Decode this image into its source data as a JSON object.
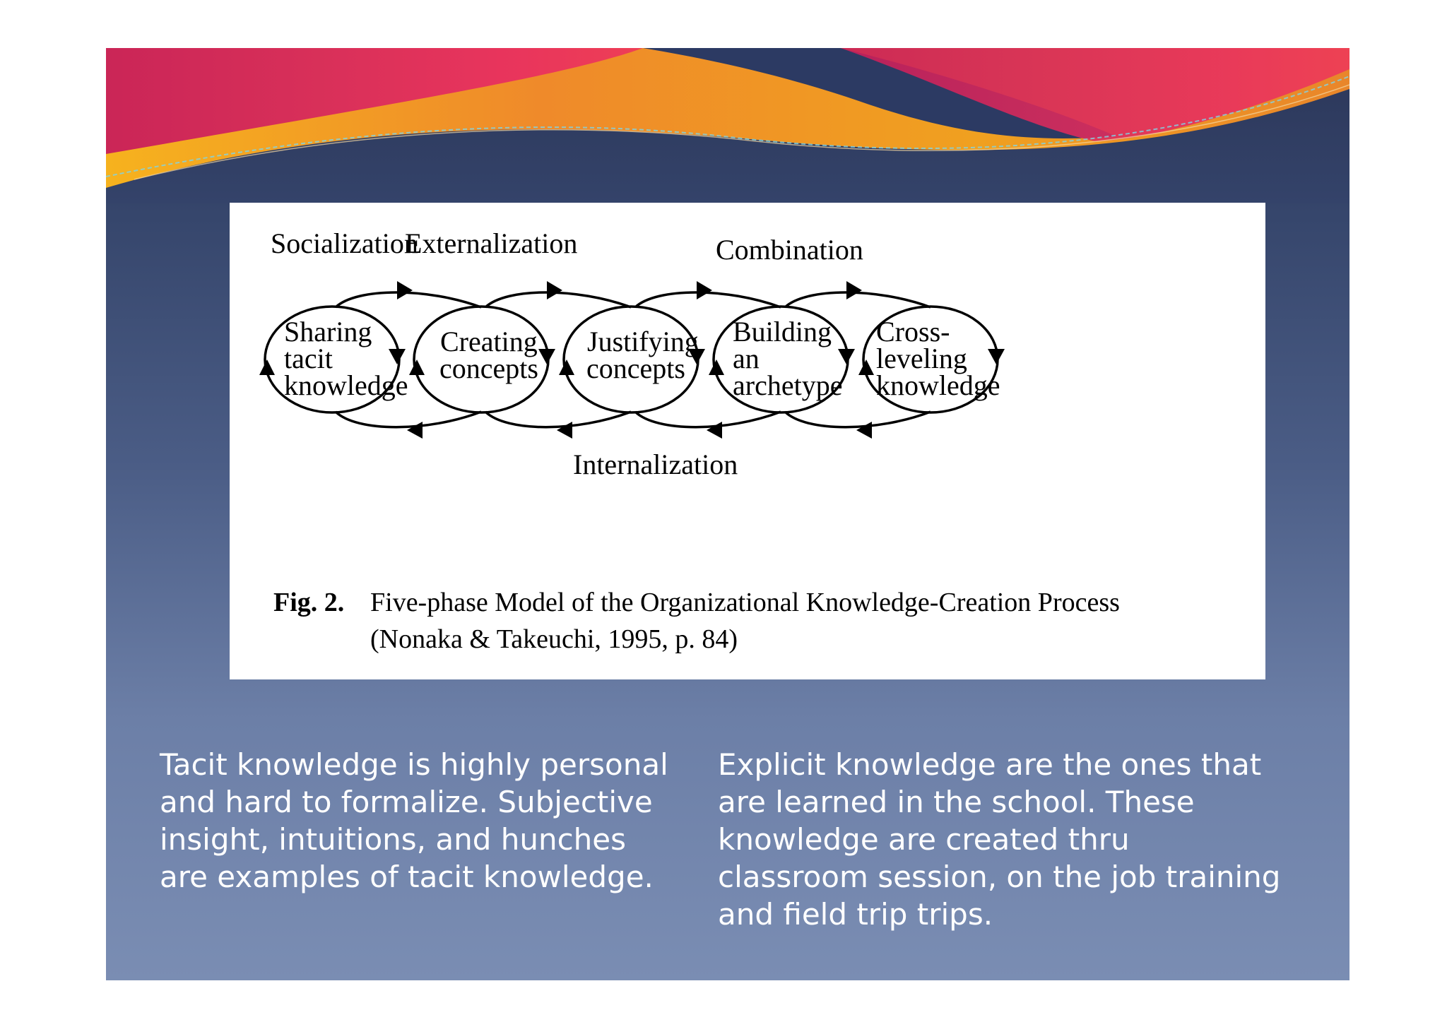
{
  "diagram": {
    "phases": {
      "socialization": "Socialization",
      "externalization": "Externalization",
      "combination": "Combination",
      "internalization": "Internalization"
    },
    "nodes": [
      {
        "lines": [
          "Sharing",
          "tacit",
          "knowledge"
        ]
      },
      {
        "lines": [
          "Creating",
          "concepts"
        ]
      },
      {
        "lines": [
          "Justifying",
          "concepts"
        ]
      },
      {
        "lines": [
          "Building",
          "an",
          "archetype"
        ]
      },
      {
        "lines": [
          "Cross-",
          "leveling",
          "knowledge"
        ]
      }
    ],
    "caption": {
      "fig_label": "Fig. 2.",
      "line1": "Five-phase Model of the Organizational Knowledge-Creation Process",
      "line2": "(Nonaka & Takeuchi, 1995, p. 84)"
    }
  },
  "body": {
    "left_paragraph": "Tacit knowledge is highly personal and hard to formalize. Subjective insight, intuitions, and hunches are examples of tacit knowledge.",
    "right_paragraph": "Explicit knowledge are the ones that are learned in the school. These knowledge are created thru classroom session, on the job training and field trip trips."
  },
  "colors": {
    "banner_orange": "#f0a020",
    "banner_pink": "#e02a6a",
    "slide_top": "#2a3556",
    "slide_bottom": "#7a8db3"
  }
}
